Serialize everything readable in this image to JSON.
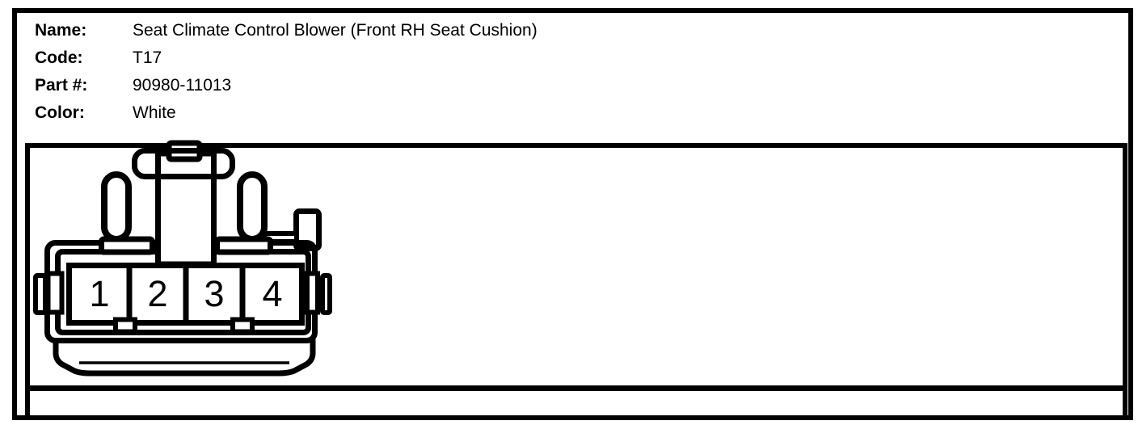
{
  "palette": {
    "line_color": "#000000",
    "background": "#ffffff"
  },
  "header": {
    "fields": [
      {
        "label": "Name:",
        "value": "Seat Climate Control Blower (Front RH Seat Cushion)"
      },
      {
        "label": "Code:",
        "value": "T17"
      },
      {
        "label": "Part #:",
        "value": "90980-11013"
      },
      {
        "label": "Color:",
        "value": "White"
      }
    ]
  },
  "connector": {
    "pins": [
      "1",
      "2",
      "3",
      "4"
    ]
  }
}
